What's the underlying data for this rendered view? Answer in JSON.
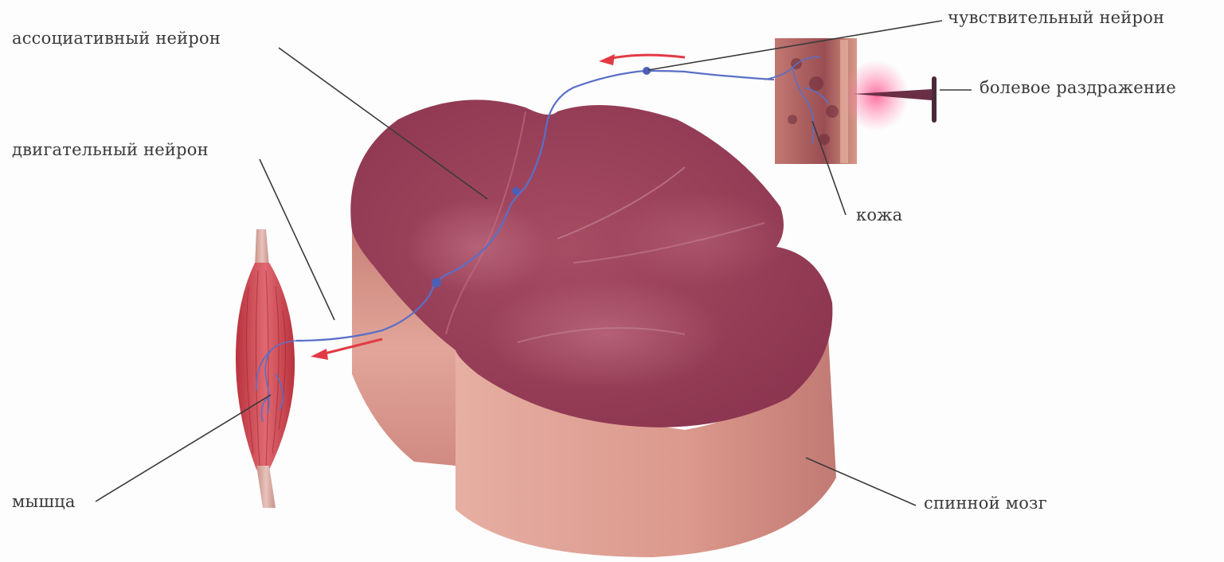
{
  "diagram": {
    "labels": {
      "association_neuron": "ассоциативный нейрон",
      "motor_neuron": "двигательный нейрон",
      "muscle": "мышца",
      "sensory_neuron": "чувствительный нейрон",
      "pain_stimulus": "болевое раздражение",
      "skin": "кожа",
      "spinal_cord": "спинной мозг"
    },
    "colors": {
      "tissue_top": "#9a3f58",
      "tissue_side": "#d9978c",
      "muscle": "#d4505a",
      "nerve": "#5a6fc8",
      "impulse_arrow": "#e23a44",
      "stimulus_glow": "#ff6fa0",
      "leader_line": "#3a3a3a"
    }
  }
}
